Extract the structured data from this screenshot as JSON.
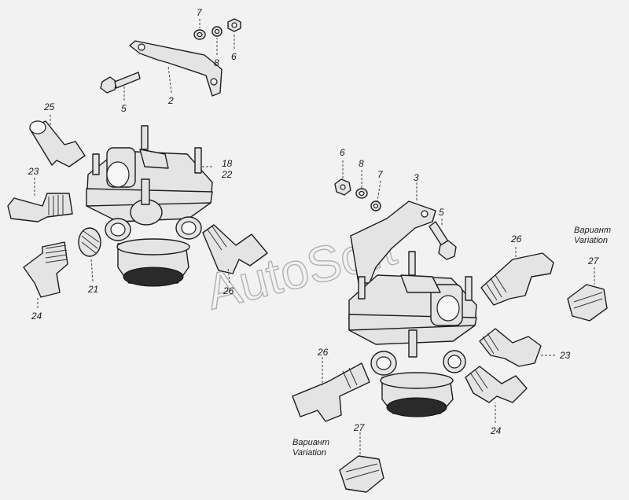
{
  "watermark": "AutoSoft",
  "callouts": {
    "c7a": "7",
    "c8a": "8",
    "c6a": "6",
    "c5a": "5",
    "c2": "2",
    "c25": "25",
    "c18": "18",
    "c22": "22",
    "c23a": "23",
    "c21": "21",
    "c24a": "24",
    "c26a": "26",
    "c6b": "6",
    "c8b": "8",
    "c7b": "7",
    "c3": "3",
    "c5b": "5",
    "c26b": "26",
    "c27a": "27",
    "c23b": "23",
    "c26c": "26",
    "c27b": "27",
    "c24b": "24"
  },
  "variant_labels": {
    "v1_ru": "Вариант",
    "v1_en": "Variation",
    "v2_ru": "Вариант",
    "v2_en": "Variation"
  }
}
